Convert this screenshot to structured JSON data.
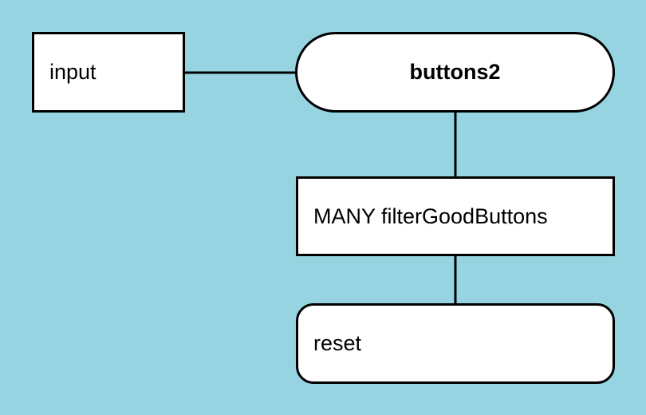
{
  "diagram": {
    "background_color": "#96d4e2",
    "node_fill_color": "#ffffff",
    "stroke_color": "#000000",
    "nodes": [
      {
        "id": "input",
        "label": "input",
        "shape": "rectangle",
        "bold": false,
        "text_align": "left"
      },
      {
        "id": "buttons2",
        "label": "buttons2",
        "shape": "pill",
        "bold": true,
        "text_align": "center"
      },
      {
        "id": "many-filter-good-buttons",
        "label": "MANY filterGoodButtons",
        "shape": "rectangle",
        "bold": false,
        "text_align": "left"
      },
      {
        "id": "reset",
        "label": "reset",
        "shape": "rounded-rectangle",
        "bold": false,
        "text_align": "left"
      }
    ],
    "edges": [
      {
        "id": "edge-input-buttons2",
        "from": "input",
        "to": "buttons2",
        "orientation": "horizontal"
      },
      {
        "id": "edge-buttons2-many",
        "from": "buttons2",
        "to": "many-filter-good-buttons",
        "orientation": "vertical"
      },
      {
        "id": "edge-many-reset",
        "from": "many-filter-good-buttons",
        "to": "reset",
        "orientation": "vertical"
      }
    ]
  }
}
